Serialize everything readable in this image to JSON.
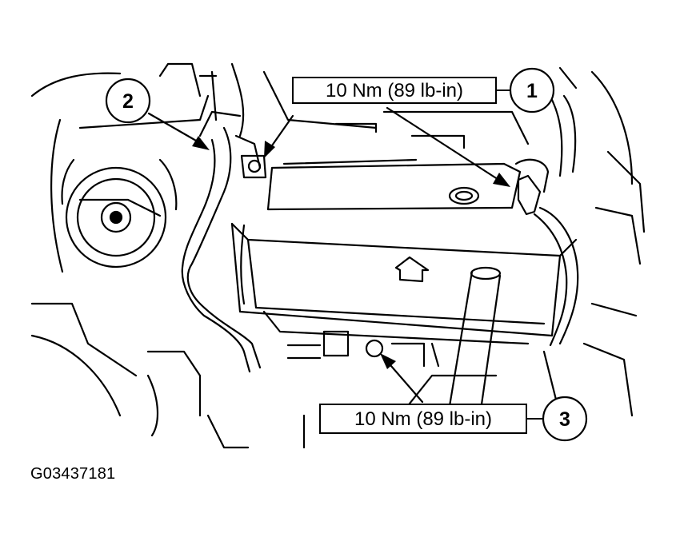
{
  "figure_id": "G03437181",
  "callouts": [
    {
      "number": "1",
      "torque": "10 Nm (89 lb-in)"
    },
    {
      "number": "2",
      "torque": ""
    },
    {
      "number": "3",
      "torque": "10 Nm (89 lb-in)"
    }
  ],
  "colors": {
    "line": "#000000",
    "background": "#ffffff"
  }
}
